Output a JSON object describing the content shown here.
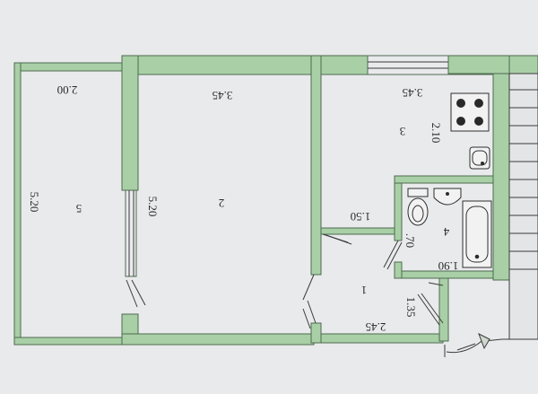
{
  "colors": {
    "paper": "#e9eaec",
    "wall_fill": "#a9cfa6",
    "wall_stroke": "#4d6b50",
    "line": "#3b3b3b"
  },
  "rooms": {
    "room_5": {
      "number": "5",
      "width": "2.00",
      "length": "5.20"
    },
    "room_2": {
      "number": "2",
      "width": "3.45",
      "length": "5.20"
    },
    "room_3": {
      "number": "3",
      "width": "3.45",
      "length": "2.10"
    },
    "room_4": {
      "number": "4",
      "width": "1.90",
      "length": ".70"
    },
    "room_1": {
      "number": "1",
      "width": "2.45",
      "length": "1.35",
      "extra": "1.50"
    }
  },
  "icons": [
    "stove-icon",
    "kitchen-sink-icon",
    "wash-basin-icon",
    "toilet-icon",
    "bathtub-icon",
    "stair-icon"
  ]
}
